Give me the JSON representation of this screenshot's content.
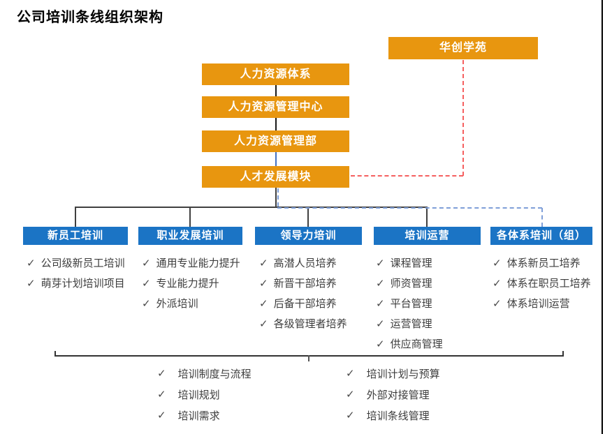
{
  "title": "公司培训条线组织架构",
  "check": "✓",
  "academy": {
    "label": "华创学苑"
  },
  "chain": [
    "人力资源体系",
    "人力资源管理中心",
    "人力资源管理部",
    "人才发展模块"
  ],
  "departments": [
    {
      "label": "新员工培训",
      "items": [
        "公司级新员工培训",
        "萌芽计划培训项目"
      ]
    },
    {
      "label": "职业发展培训",
      "items": [
        "通用专业能力提升",
        "专业能力提升",
        "外派培训"
      ]
    },
    {
      "label": "领导力培训",
      "items": [
        "高潜人员培养",
        "新晋干部培养",
        "后备干部培养",
        "各级管理者培养"
      ]
    },
    {
      "label": "培训运营",
      "items": [
        "课程管理",
        "师资管理",
        "平台管理",
        "运营管理",
        "供应商管理"
      ]
    },
    {
      "label": "各体系培训（组）",
      "items": [
        "体系新员工培养",
        "体系在职员工培养",
        "体系培训运营"
      ]
    }
  ],
  "shared_functions": {
    "left": [
      "培训制度与流程",
      "培训规划",
      "培训需求"
    ],
    "right": [
      "培训计划与预算",
      "外部对接管理",
      "培训条线管理"
    ]
  },
  "colors": {
    "orange_box": "#E8960F",
    "blue_box": "#1B74C5",
    "red_dashed_line": "#F55F5F",
    "blue_dashed_line": "#7F9FD8",
    "blue_solid_connector": "#4472C4",
    "tree_line": "#404040"
  }
}
